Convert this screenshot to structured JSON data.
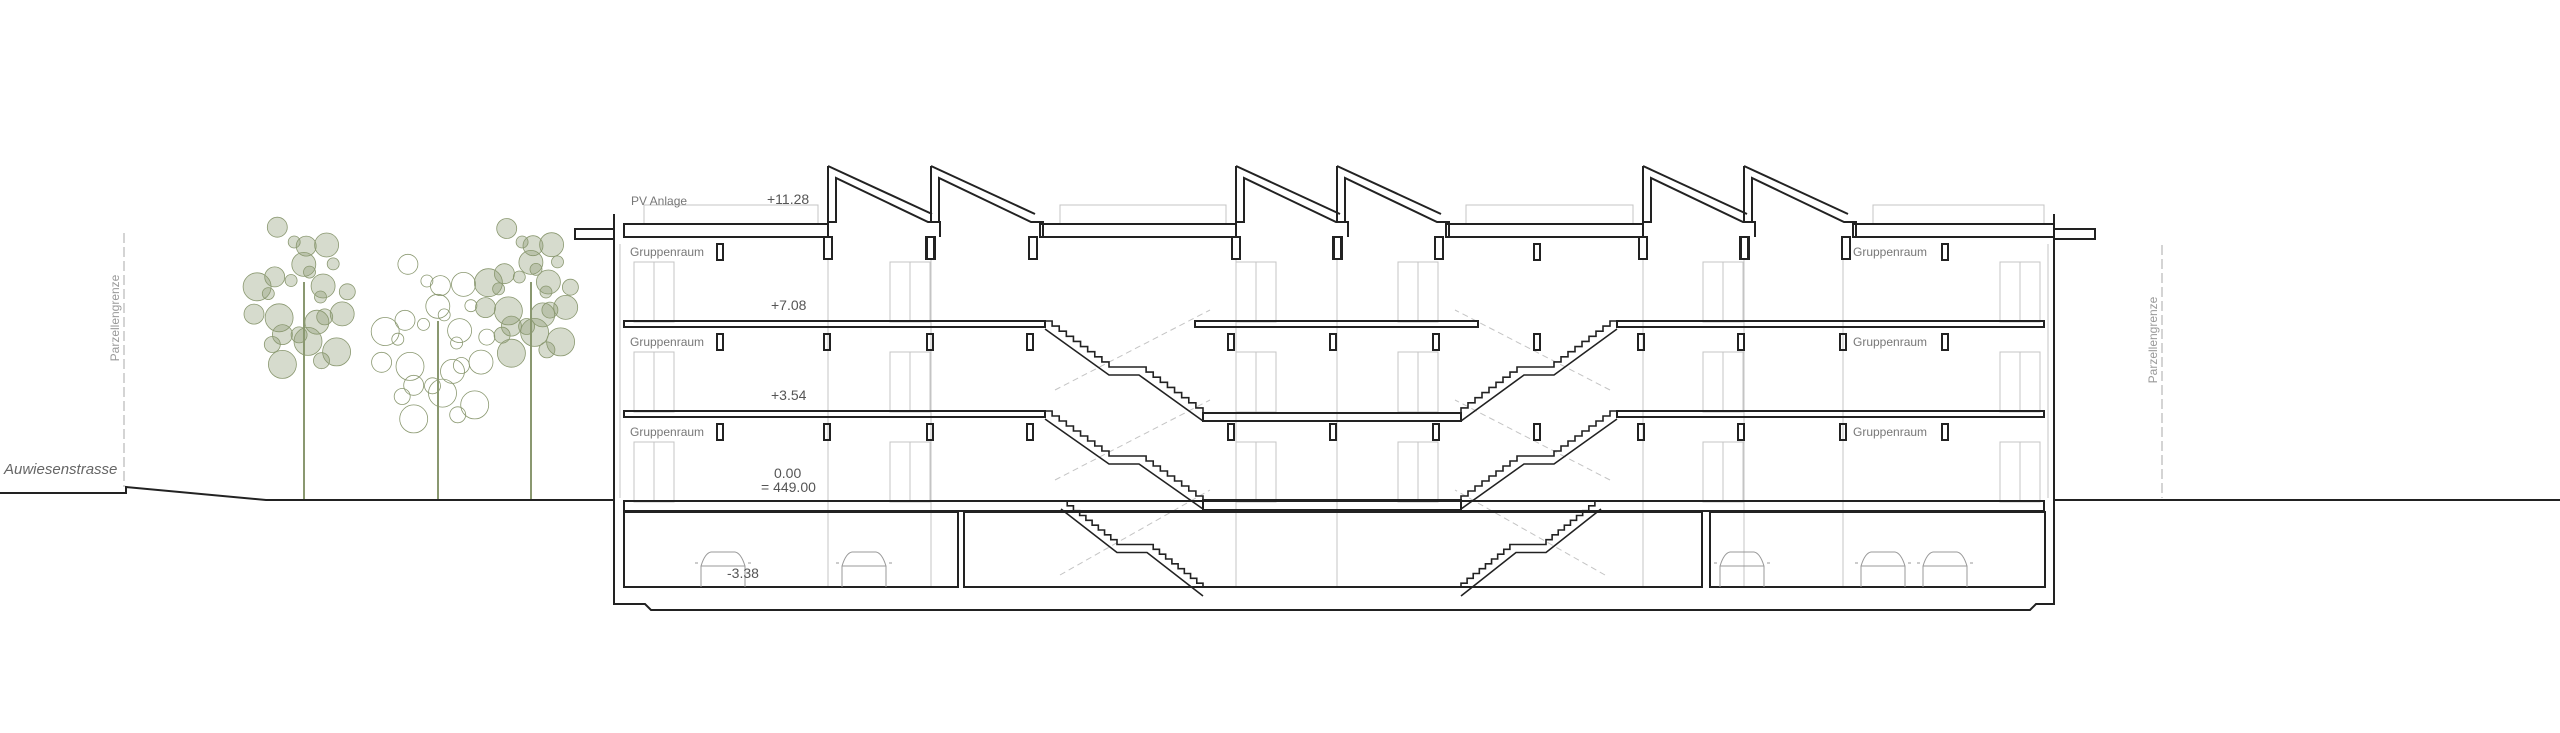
{
  "drawing": {
    "street_label": "Auwiesenstrasse",
    "boundary_left_label": "Parzellengrenze",
    "boundary_right_label": "Parzellengrenze",
    "pv_label": "PV Anlage",
    "rooms": {
      "left_top": "Gruppenraum",
      "left_middle": "Gruppenraum",
      "left_ground": "Gruppenraum",
      "right_top": "Gruppenraum",
      "right_middle": "Gruppenraum",
      "right_ground": "Gruppenraum"
    },
    "levels": {
      "roof": "+11.28",
      "second": "+7.08",
      "first": "+3.54",
      "ground": "0.00",
      "ground_abs": "= 449.00",
      "basement": "-3.38"
    },
    "colors": {
      "line": "#222222",
      "thin": "#bbbbbb",
      "tree": "#8a9870"
    }
  }
}
